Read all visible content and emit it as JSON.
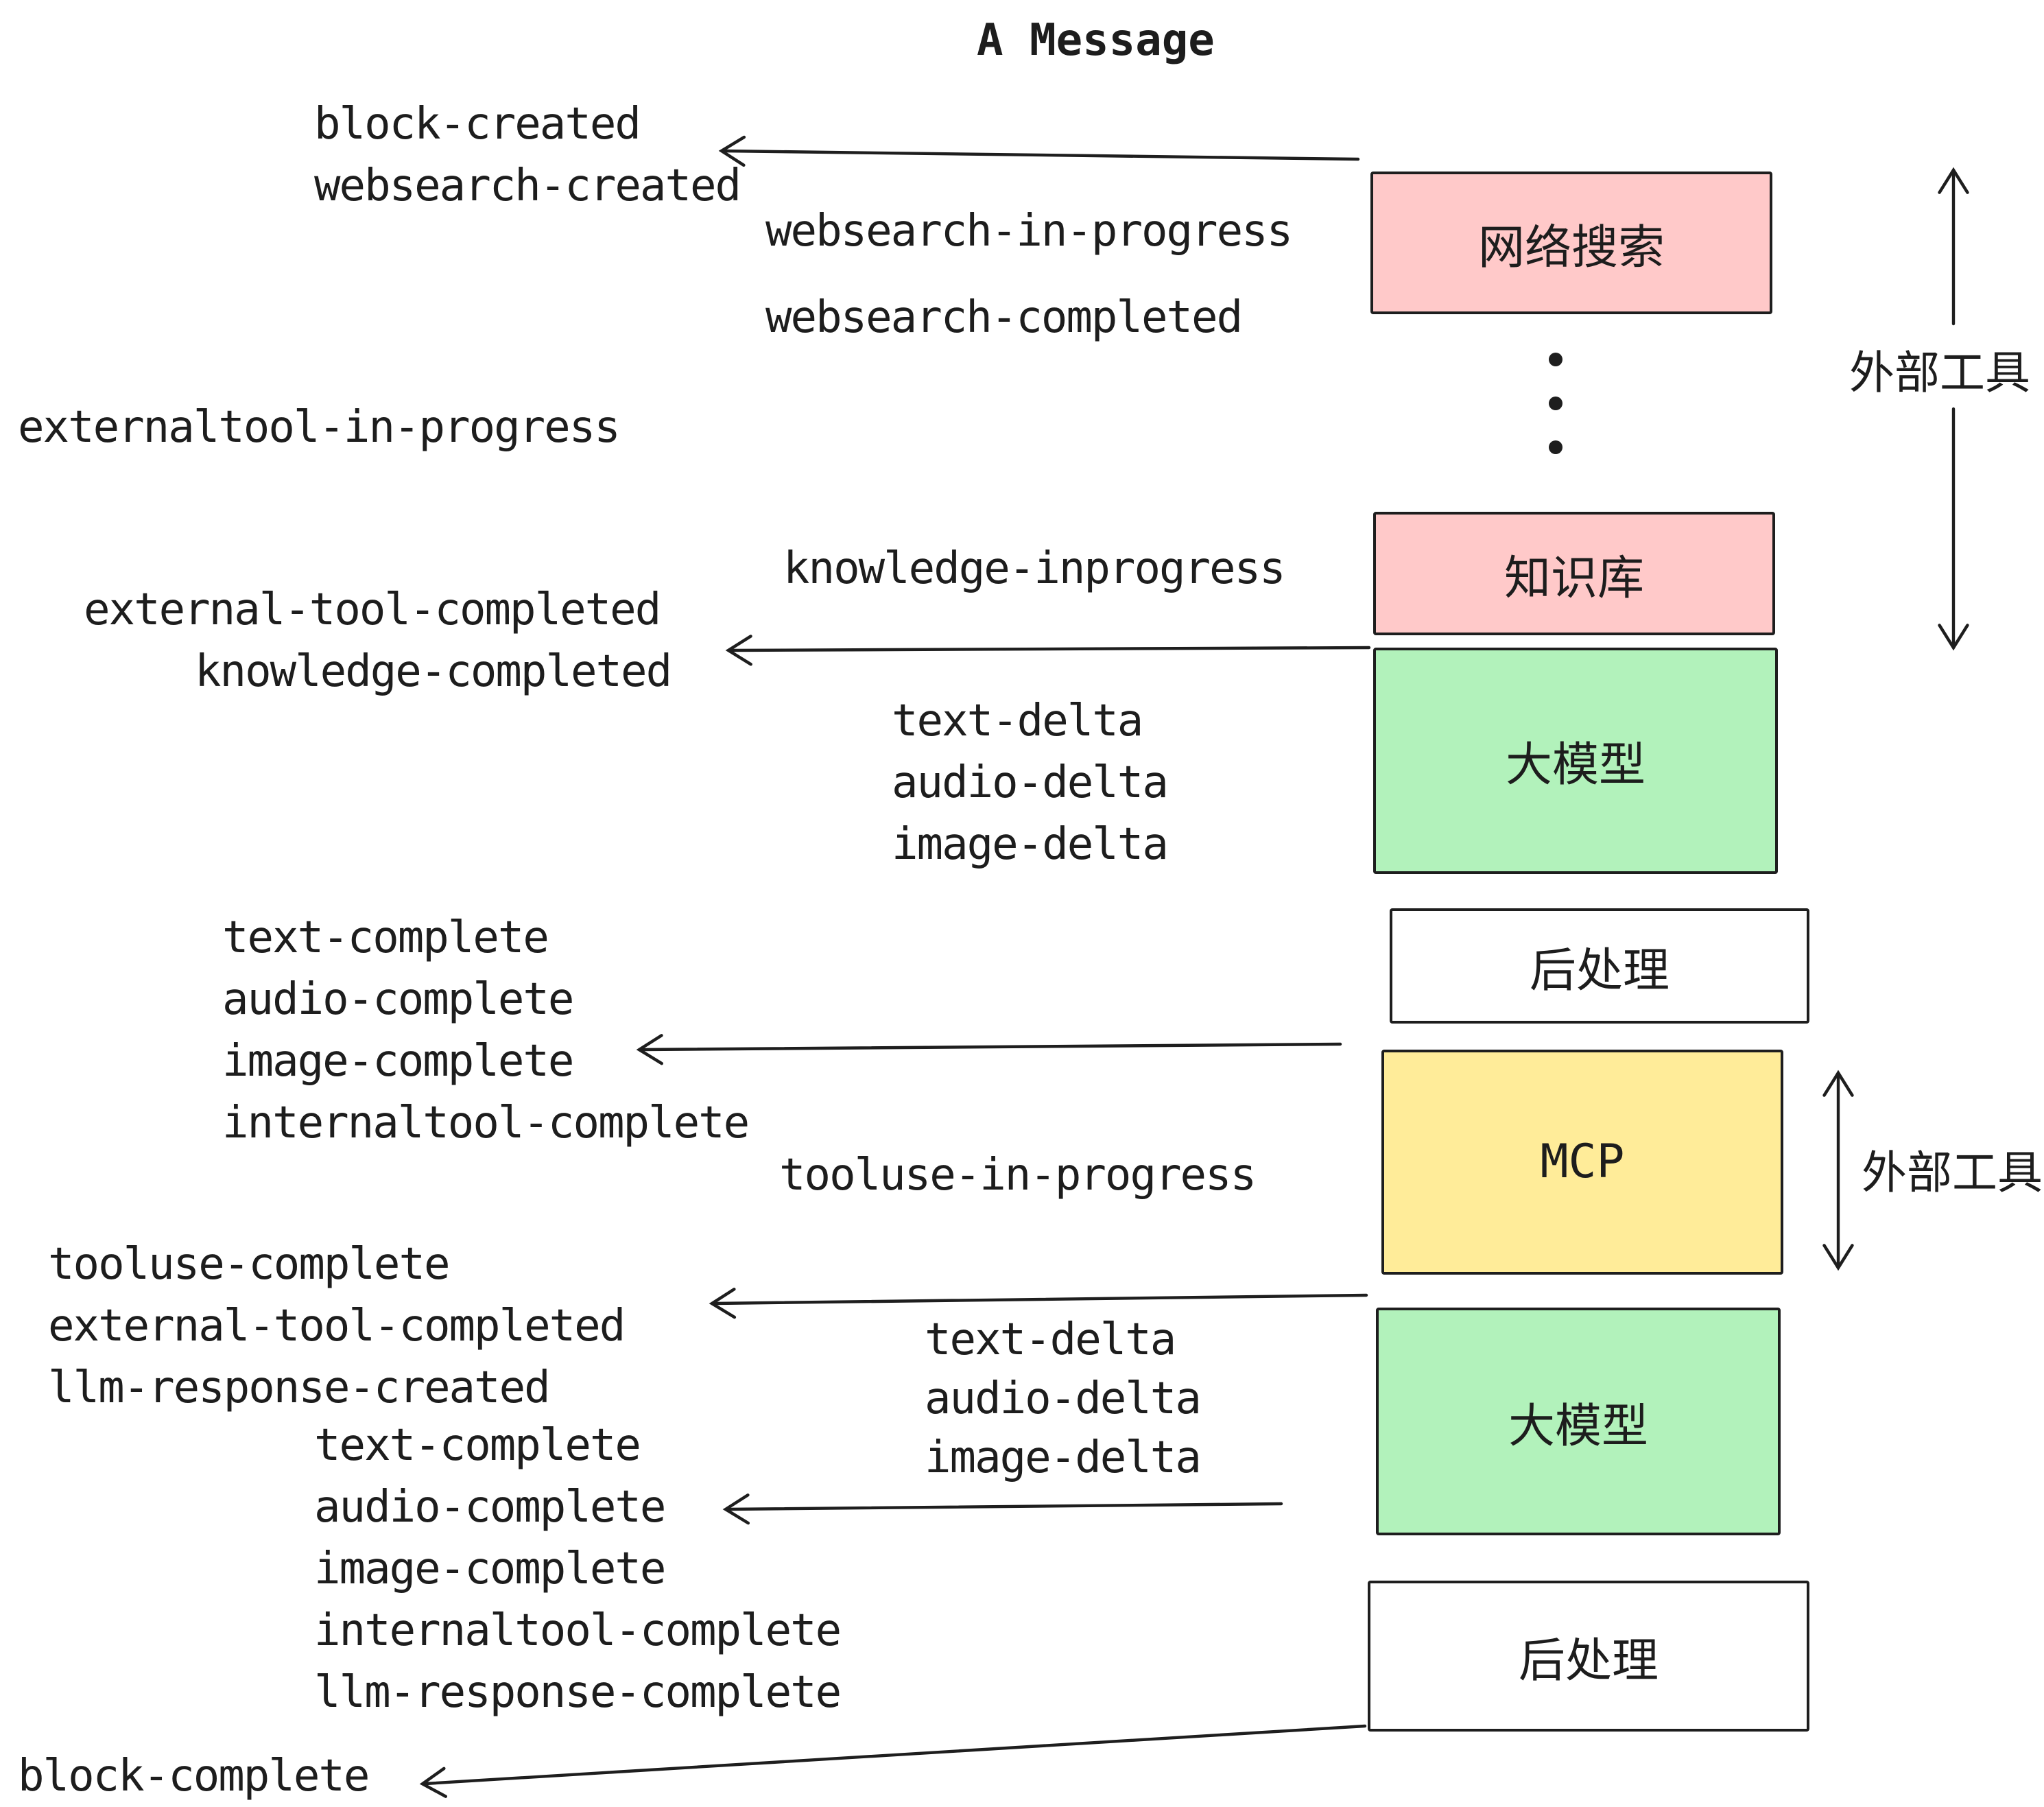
{
  "title": "A Message",
  "events": {
    "start": [
      "block-created",
      "websearch-created"
    ],
    "websearch_in_progress": "websearch-in-progress",
    "websearch_completed": "websearch-completed",
    "externaltool_in_progress": "externaltool-in-progress",
    "knowledge_inprogress": "knowledge-inprogress",
    "knowledge_done": [
      "external-tool-completed",
      "knowledge-completed"
    ],
    "llm1_delta": [
      "text-delta",
      "audio-delta",
      "image-delta"
    ],
    "llm1_complete": [
      "text-complete",
      "audio-complete",
      "image-complete",
      "internaltool-complete"
    ],
    "tooluse_in_progress": "tooluse-in-progress",
    "tooluse_done": [
      "tooluse-complete",
      "external-tool-completed",
      "llm-response-created"
    ],
    "llm2_delta": [
      "text-delta",
      "audio-delta",
      "image-delta"
    ],
    "llm2_complete": [
      "text-complete",
      "audio-complete",
      "image-complete",
      "internaltool-complete",
      "llm-response-complete"
    ],
    "block_complete": "block-complete"
  },
  "nodes": {
    "websearch": {
      "label": "网络搜索",
      "fill": "#FFC9C9"
    },
    "knowledge": {
      "label": "知识库",
      "fill": "#FFC9C9"
    },
    "llm1": {
      "label": "大模型",
      "fill": "#B2F2BB"
    },
    "post1": {
      "label": "后处理",
      "fill": "#FFFFFF"
    },
    "mcp": {
      "label": "MCP",
      "fill": "#FFEC99"
    },
    "llm2": {
      "label": "大模型",
      "fill": "#B2F2BB"
    },
    "post2": {
      "label": "后处理",
      "fill": "#FFFFFF"
    }
  },
  "annotations": {
    "external_tools_top": "外部工具",
    "external_tools_mid": "外部工具"
  },
  "colors": {
    "stroke": "#1e1e1e",
    "pink": "#FFC9C9",
    "green": "#B2F2BB",
    "yellow": "#FFEC99"
  }
}
